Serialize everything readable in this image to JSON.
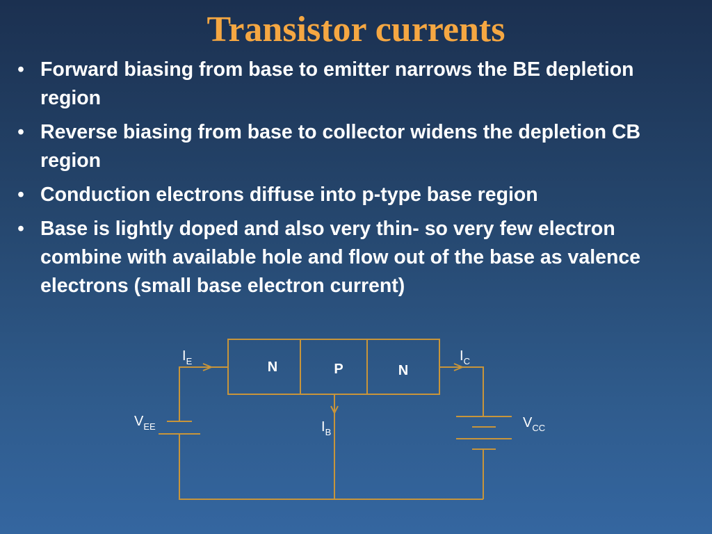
{
  "slide": {
    "title": "Transistor currents",
    "bullets": [
      {
        "text": "Forward biasing from base to emitter narrows the BE depletion region"
      },
      {
        "text": "Reverse biasing from base to collector widens the depletion CB region"
      },
      {
        "text": "Conduction electrons diffuse into p-type base region"
      },
      {
        "text": "Base is lightly doped and also very thin- so very few electron combine with available hole and flow out of the base as valence electrons (small base electron current)"
      }
    ],
    "bullet_symbol": "•"
  },
  "diagram": {
    "regions": [
      "N",
      "P",
      "N"
    ],
    "labels": {
      "ie": {
        "main": "I",
        "sub": "E"
      },
      "ic": {
        "main": "I",
        "sub": "C"
      },
      "ib": {
        "main": "I",
        "sub": "B"
      },
      "vee": {
        "main": "V",
        "sub": "EE"
      },
      "vcc": {
        "main": "V",
        "sub": "CC"
      }
    }
  },
  "colors": {
    "title": "#f5a742",
    "text": "#ffffff",
    "wire": "#c8953a"
  }
}
